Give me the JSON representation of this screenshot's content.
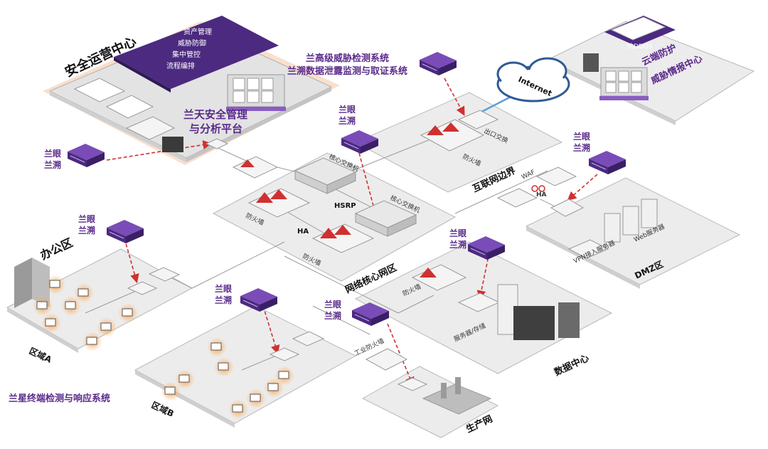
{
  "zones": {
    "soc": "安全运营中心",
    "office": "办公区",
    "area_a": "区域A",
    "area_b": "区域B",
    "core": "网络核心网区",
    "internet_border": "互联网边界",
    "dmz": "DMZ区",
    "datacenter": "数据中心",
    "production": "生产网",
    "cloud_defense": "云端防护",
    "threat_intel": "威胁情报中心"
  },
  "soc_menu": [
    "资产管理",
    "威胁防御",
    "集中管控",
    "流程编排"
  ],
  "products": {
    "platform_line1": "兰天安全管理",
    "platform_line2": "与分析平台",
    "ndr_line1": "兰高级威胁检测系统",
    "ndr_line2": "兰溯数据泄露监测与取证系统",
    "edr": "兰星终端检测与响应系统",
    "probe_top": "兰眼",
    "probe_bottom": "兰溯"
  },
  "devices": {
    "core_switch": "核心交换机",
    "hsrp": "HSRP",
    "ha": "HA",
    "firewall": "防火墙",
    "exit_switch": "出口交换",
    "waf": "WAF",
    "vpn": "VPN接入服务器",
    "web": "Web服务器",
    "server_storage": "服务器/存储",
    "industrial_fw": "工业防火墙",
    "internet": "Internet",
    "ddos": "抗DDOS"
  }
}
